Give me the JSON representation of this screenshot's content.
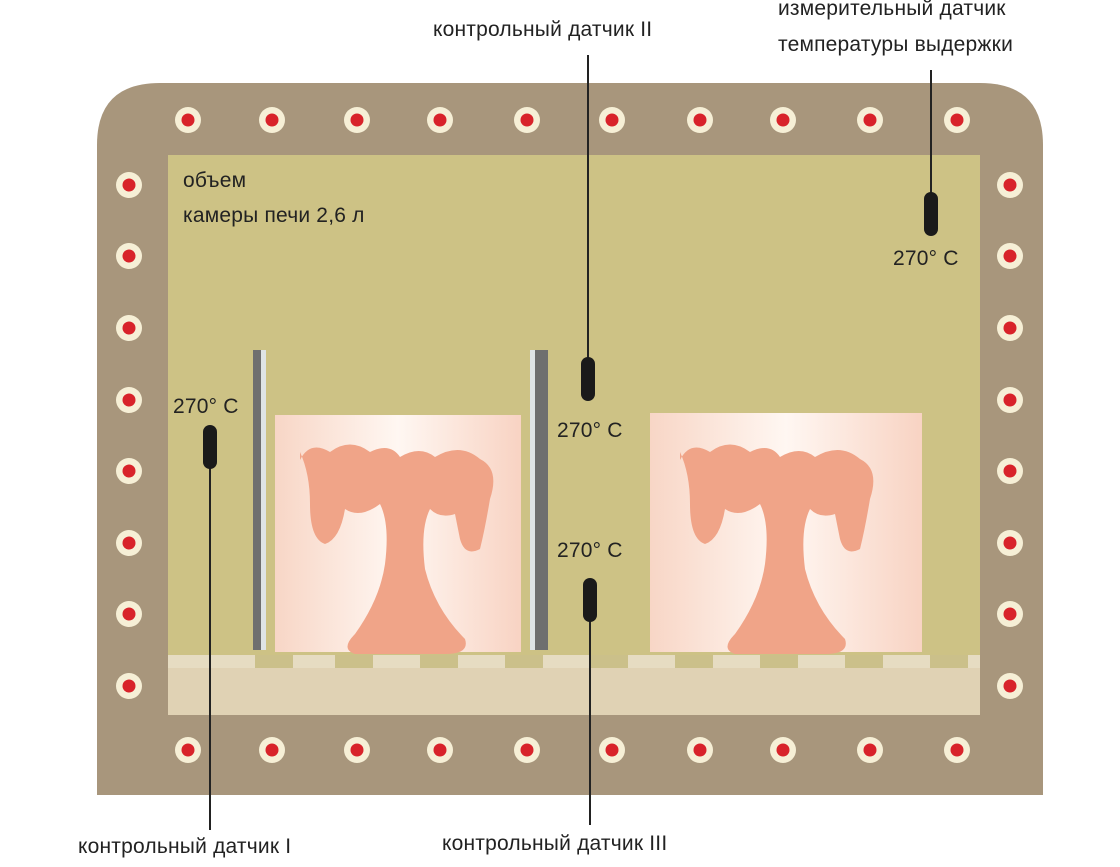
{
  "labels": {
    "control_sensor_1": "контрольный датчик I",
    "control_sensor_2": "контрольный датчик II",
    "control_sensor_3": "контрольный датчик III",
    "measuring_sensor_line1": "измерительный датчик",
    "measuring_sensor_line2": "температуры выдержки",
    "chamber_volume_line1": "объем",
    "chamber_volume_line2": "камеры печи 2,6 л"
  },
  "temperatures": {
    "sensor_1": "270° C",
    "sensor_2": "270° C",
    "sensor_3": "270° C",
    "measuring": "270° C"
  },
  "colors": {
    "frame": "#a8967c",
    "chamber": "#cdc285",
    "floor": "#e0d2b4",
    "heater_dot": "#d8232a",
    "heater_ring": "#f6efd6",
    "object": "#f3a98c",
    "sensor": "#1a1a1a"
  }
}
